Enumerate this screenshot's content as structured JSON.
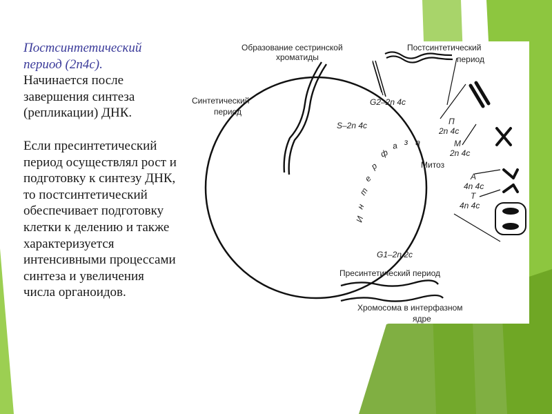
{
  "colors": {
    "heading": "#3b3b9a",
    "accent_green": "#8dc63f",
    "dark_green": "#6aa121"
  },
  "text": {
    "heading": "Постсинтетический период (2n4c).",
    "para1": "Начинается после завершения синтеза (репликации) ДНК.",
    "para2": "Если пресинтетический период осуществлял рост и подготовку к синтезу ДНК, то постсинтетический обеспечивает подготовку клетки к делению и также характеризуется интенсивными процессами синтеза и увеличения числа органоидов."
  },
  "figure": {
    "label_sister_1": "Образование сестринской",
    "label_sister_2": "хроматиды",
    "label_post_1": "Постсинтетический",
    "label_post_2": "период",
    "label_synth_1": "Синтетический",
    "label_synth_2": "период",
    "label_s": "S–2n 4c",
    "label_g2": "G2–2n 4c",
    "label_g1": "G1–2n 2c",
    "label_interphase": "Интерфаза",
    "interphase_letters": [
      "И",
      "н",
      "т",
      "е",
      "р",
      "ф",
      "а",
      "з",
      "а"
    ],
    "label_mitosis": "Митоз",
    "label_p_1": "П",
    "label_p_2": "2n 4c",
    "label_m_1": "М",
    "label_m_2": "2n 4c",
    "label_a_1": "А",
    "label_a_2": "4n 4c",
    "label_t_1": "Т",
    "label_t_2": "4n 4c",
    "label_presynth": "Пресинтетический период",
    "label_chrom_1": "Хромосома в интерфазном",
    "label_chrom_2": "ядре"
  }
}
